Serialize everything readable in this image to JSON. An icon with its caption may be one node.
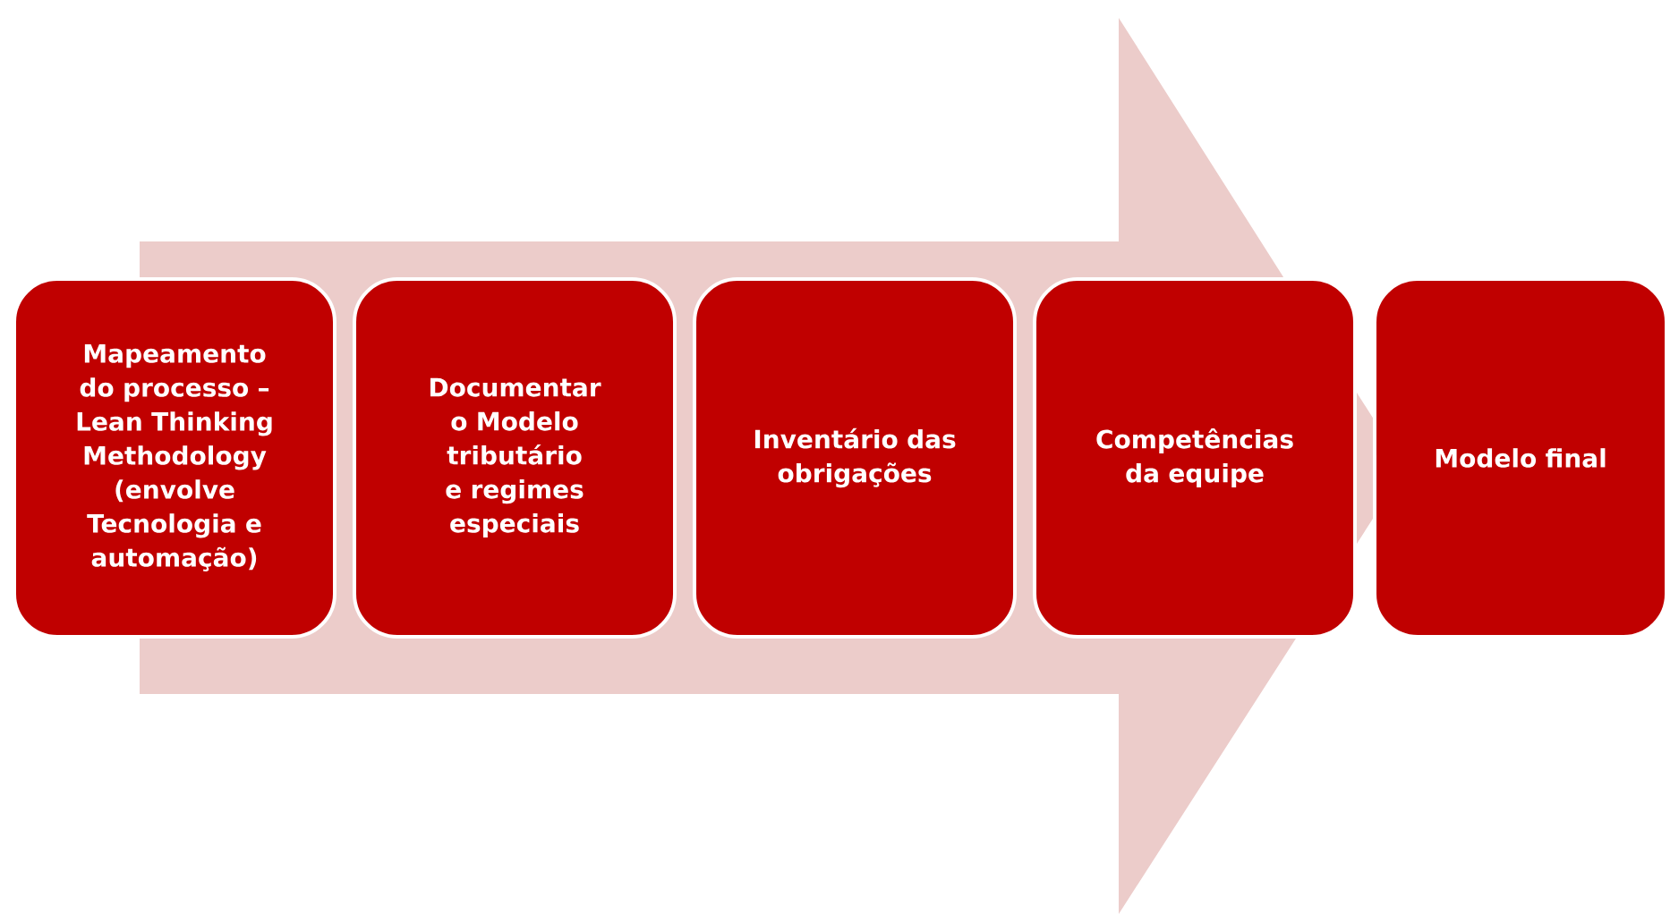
{
  "diagram": {
    "nodes": [
      {
        "text": [
          "Mapeamento do processo – Lean Thinking Methodology (envolve Tecnologia e automação)"
        ]
      },
      {
        "text": [
          "Documentar o Modelo tributário e regimes especiais"
        ]
      },
      {
        "text": [
          "Inventário das obrigações"
        ]
      },
      {
        "text": [
          "Competências da equipe"
        ]
      },
      {
        "text": [
          "Modelo final"
        ]
      }
    ],
    "edges": [
      {
        "from": 0,
        "to": 4,
        "arrow": "to"
      }
    ]
  }
}
